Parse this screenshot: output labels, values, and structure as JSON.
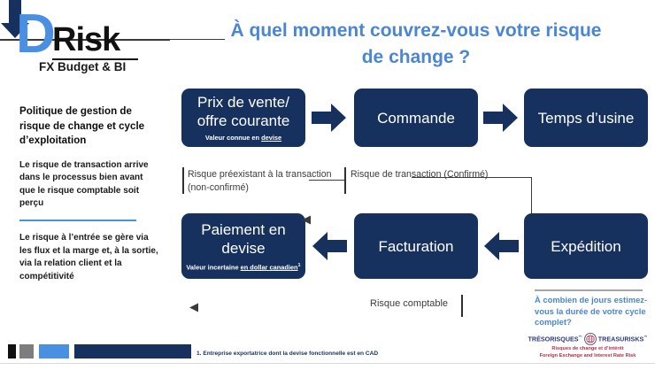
{
  "logo": {
    "letter": "D",
    "word": "Risk",
    "tagline": "FX Budget & BI"
  },
  "sidebar": {
    "title": "Politique de gestion de risque de change et cycle d’exploitation",
    "para1": "Le risque de transaction arrive dans le processus bien avant que le risque comptable soit perçu",
    "para2": "Le risque à l’entrée se gère via les flux et la marge et, à la sortie, via la relation client et la compétitivité"
  },
  "title": "À quel moment couvrez-vous votre risque de change ?",
  "flow": {
    "boxes": [
      {
        "id": "prix",
        "label": "Prix de vente/ offre courante",
        "sub_prefix": "Valeur connue en ",
        "sub_underlined": "devise",
        "sub_suffix": ""
      },
      {
        "id": "commande",
        "label": "Commande",
        "sub_prefix": "",
        "sub_underlined": "",
        "sub_suffix": ""
      },
      {
        "id": "usine",
        "label": "Temps d’usine",
        "sub_prefix": "",
        "sub_underlined": "",
        "sub_suffix": ""
      },
      {
        "id": "paiement",
        "label": "Paiement en devise",
        "sub_prefix": "Valeur incertaine ",
        "sub_underlined": "en dollar canadien",
        "sub_suffix": "1"
      },
      {
        "id": "facturation",
        "label": "Facturation",
        "sub_prefix": "",
        "sub_underlined": "",
        "sub_suffix": ""
      },
      {
        "id": "expedition",
        "label": "Expédition",
        "sub_prefix": "",
        "sub_underlined": "",
        "sub_suffix": ""
      }
    ]
  },
  "annotations": {
    "preexistant": "Risque préexistant à la transaction (non-confirmé)",
    "transaction": "Risque de transaction (Confirmé)",
    "comptable": "Risque comptable"
  },
  "question": "À combien de jours estimez-vous la durée de votre cycle complet?",
  "footer": {
    "footnote": "1. Entreprise exportatrice dont la devise fonctionnelle est en CAD",
    "brand_fr": "TRÉSORISQUES",
    "brand_en": "TREASURISKS",
    "tm": "™",
    "brand_sub_fr": "Risques de change et d’intérêt",
    "brand_sub_en": "Foreign Exchange and Interest Rate Risk"
  },
  "colors": {
    "accent_blue": "#4a86d4",
    "logo_blue": "#4a90e2",
    "navy": "#16315e",
    "brand_navy": "#2f3a7a",
    "brand_red": "#b0304a"
  }
}
